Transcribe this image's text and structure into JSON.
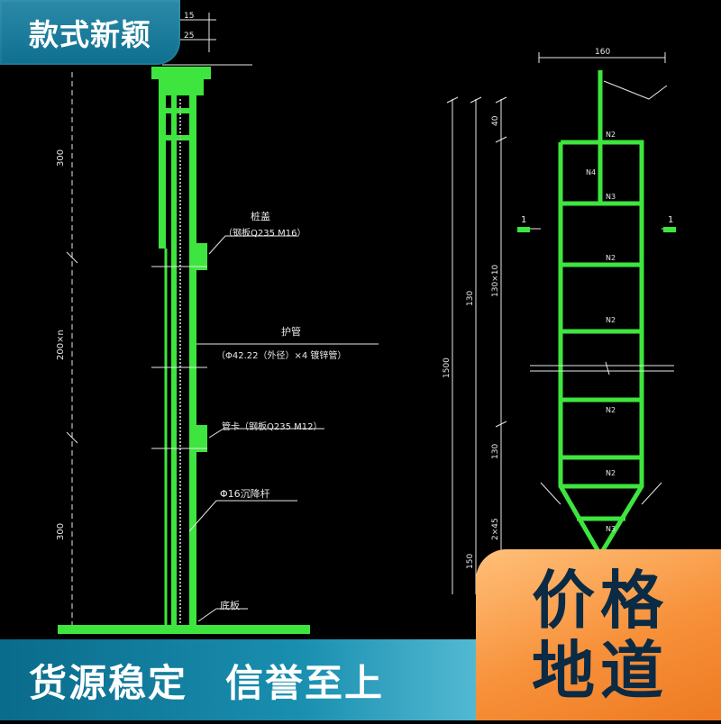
{
  "badges": {
    "top_left": "款式新颖",
    "bottom_left_1": "货源稳定",
    "bottom_left_2": "信誉至上",
    "bottom_right_line1": "价格",
    "bottom_right_line2": "地道"
  },
  "drawing": {
    "callouts": {
      "cap": "桩盖",
      "cap_spec": "（钢板Q235 M16）",
      "protective_pipe": "护管",
      "pipe_spec": "（Φ42.22（外径）×4 镀锌管）",
      "pipe_clamp": "管卡（钢板Q235 M12）",
      "settlement_rod": "Φ16沉降杆",
      "base_plate": "底板"
    },
    "dims_left": [
      "300",
      "200×n",
      "300"
    ],
    "dims_top": [
      "15",
      "25"
    ],
    "dims_right": [
      "160",
      "40",
      "130",
      "130×10",
      "1500",
      "130",
      "2×45",
      "150"
    ],
    "section_marks": [
      "1",
      "1"
    ],
    "section_labels": [
      "N2",
      "N4",
      "N3",
      "N2",
      "N2",
      "N2",
      "N2",
      "N3"
    ]
  },
  "colors": {
    "cad_green": "#3ee53e",
    "cad_white": "#e8e8e8",
    "background": "#000000"
  }
}
